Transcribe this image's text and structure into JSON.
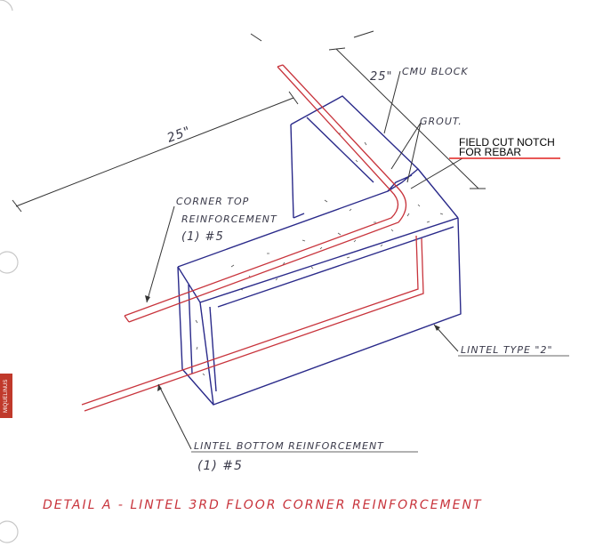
{
  "labels": {
    "dim_cmu": "25\"",
    "cmu_block": "CMU BLOCK",
    "dim_length": "25\"",
    "grout": "GROUT.",
    "field_cut_line1": "FIELD CUT NOTCH",
    "field_cut_line2": "FOR REBAR",
    "corner_top_line1": "CORNER TOP",
    "corner_top_line2": "REINFORCEMENT",
    "corner_top_line3": "(1) #5",
    "lintel_type": "LINTEL TYPE \"2\"",
    "lintel_bottom_line1": "LINTEL BOTTOM REINFORCEMENT",
    "lintel_bottom_line2": "(1) #5",
    "detail_title": "DETAIL A - LINTEL 3RD FLOOR CORNER REINFORCEMENT"
  },
  "tab_text": "MIQUELINUS",
  "colors": {
    "block_outline": "#2a2a8a",
    "rebar": "#c8343c",
    "leader": "#333333",
    "callout_underline": "#e0201f"
  }
}
